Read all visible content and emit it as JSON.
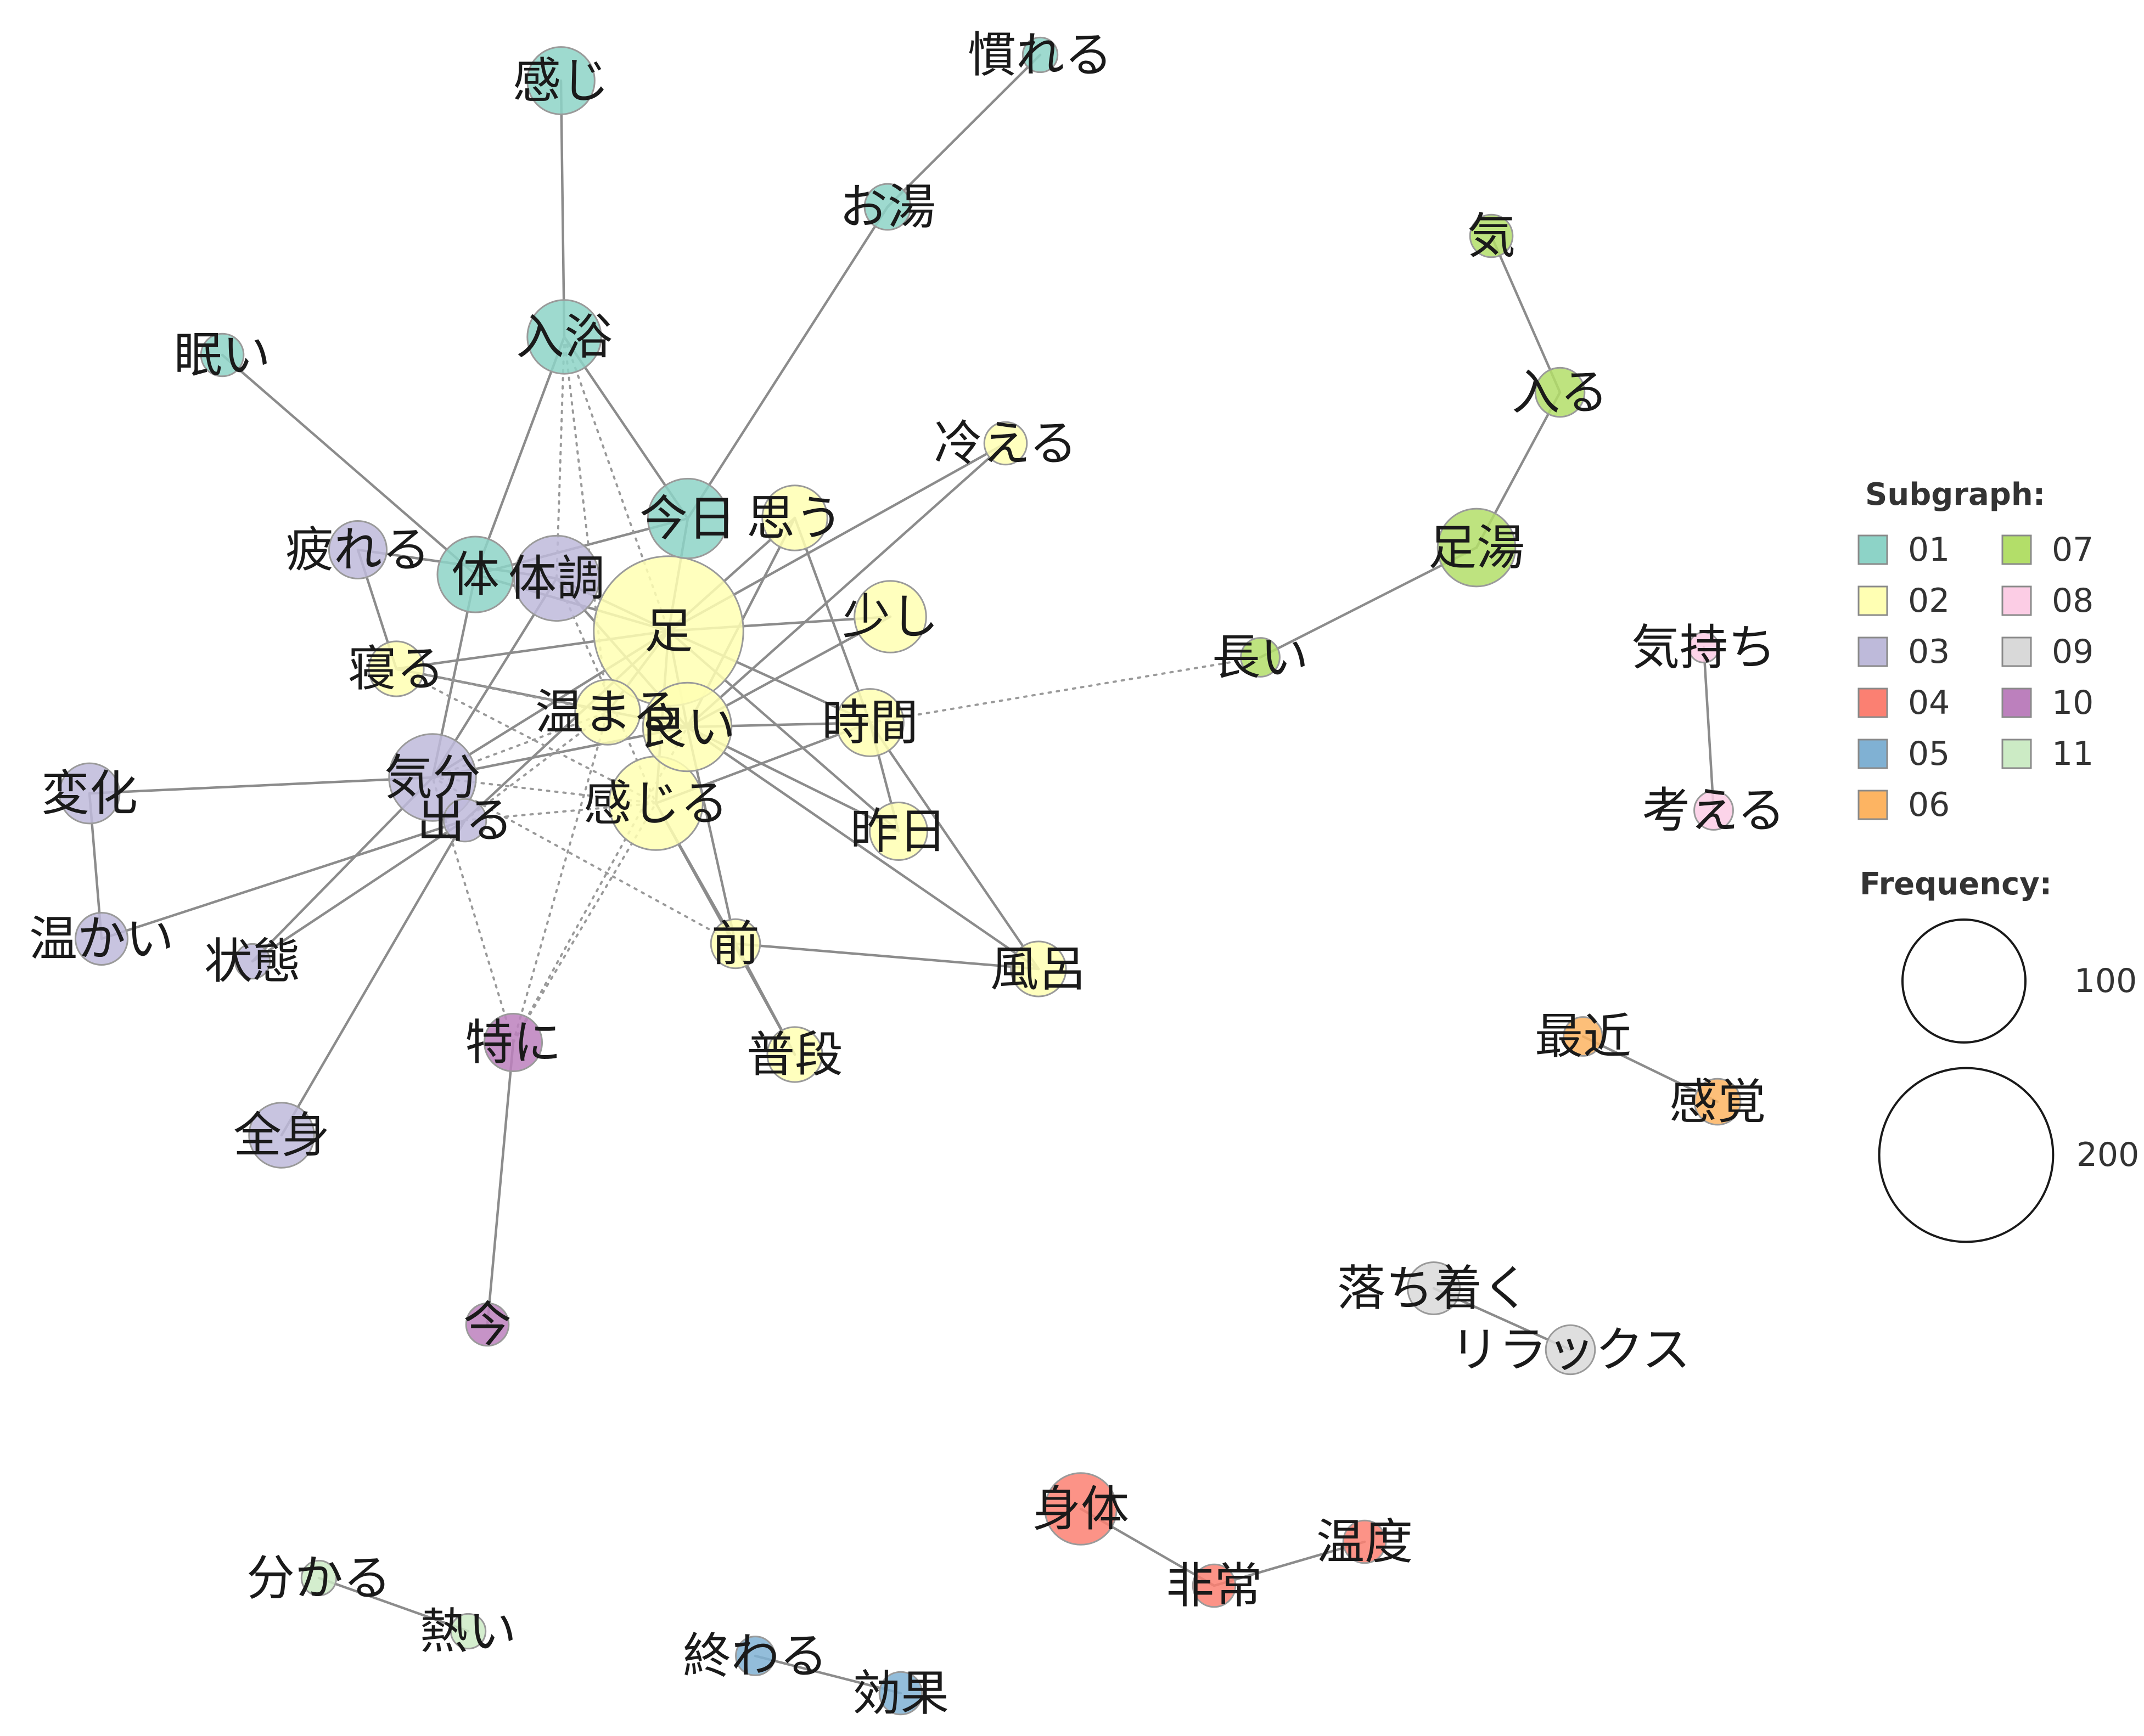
{
  "legend": {
    "subgraph_title": "Subgraph:",
    "frequency_title": "Frequency:",
    "subgraphs": [
      {
        "id": "01",
        "color": "#8dd3c7"
      },
      {
        "id": "02",
        "color": "#ffffb3"
      },
      {
        "id": "03",
        "color": "#bebada"
      },
      {
        "id": "04",
        "color": "#fb8072"
      },
      {
        "id": "05",
        "color": "#80b1d3"
      },
      {
        "id": "06",
        "color": "#fdb462"
      },
      {
        "id": "07",
        "color": "#b3de69"
      },
      {
        "id": "08",
        "color": "#fccde5"
      },
      {
        "id": "09",
        "color": "#d9d9d9"
      },
      {
        "id": "10",
        "color": "#bc80bd"
      },
      {
        "id": "11",
        "color": "#ccebc5"
      }
    ],
    "frequencies": [
      {
        "label": "100",
        "value": 100
      },
      {
        "label": "200",
        "value": 200
      }
    ]
  },
  "nodes": [
    {
      "id": "kanji",
      "label": "感じ",
      "group": "01",
      "freq": 30
    },
    {
      "id": "nareru",
      "label": "慣れる",
      "group": "01",
      "freq": 8
    },
    {
      "id": "oyu",
      "label": "お湯",
      "group": "01",
      "freq": 14
    },
    {
      "id": "nyuyoku",
      "label": "入浴",
      "group": "01",
      "freq": 36
    },
    {
      "id": "nemui",
      "label": "眠い",
      "group": "01",
      "freq": 12
    },
    {
      "id": "kyou",
      "label": "今日",
      "group": "01",
      "freq": 42
    },
    {
      "id": "karada",
      "label": "体",
      "group": "01",
      "freq": 38
    },
    {
      "id": "taichou",
      "label": "体調",
      "group": "03",
      "freq": 48
    },
    {
      "id": "tsukareru",
      "label": "疲れる",
      "group": "03",
      "freq": 22
    },
    {
      "id": "kibun",
      "label": "気分",
      "group": "03",
      "freq": 50
    },
    {
      "id": "deru",
      "label": "出る",
      "group": "03",
      "freq": 12
    },
    {
      "id": "henka",
      "label": "変化",
      "group": "03",
      "freq": 24
    },
    {
      "id": "atatakai",
      "label": "温かい",
      "group": "03",
      "freq": 18
    },
    {
      "id": "joutai",
      "label": "状態",
      "group": "03",
      "freq": 8
    },
    {
      "id": "zenshin",
      "label": "全身",
      "group": "03",
      "freq": 28
    },
    {
      "id": "ashi",
      "label": "足",
      "group": "02",
      "freq": 148
    },
    {
      "id": "omou",
      "label": "思う",
      "group": "02",
      "freq": 28
    },
    {
      "id": "hieru",
      "label": "冷える",
      "group": "02",
      "freq": 12
    },
    {
      "id": "sukoshi",
      "label": "少し",
      "group": "02",
      "freq": 34
    },
    {
      "id": "neru",
      "label": "寝る",
      "group": "02",
      "freq": 20
    },
    {
      "id": "atatamaru",
      "label": "温まる",
      "group": "02",
      "freq": 28
    },
    {
      "id": "yoi",
      "label": "良い",
      "group": "02",
      "freq": 52
    },
    {
      "id": "jikan",
      "label": "時間",
      "group": "02",
      "freq": 30
    },
    {
      "id": "kanjiru",
      "label": "感じる",
      "group": "02",
      "freq": 58
    },
    {
      "id": "kinou",
      "label": "昨日",
      "group": "02",
      "freq": 22
    },
    {
      "id": "mae",
      "label": "前",
      "group": "02",
      "freq": 16
    },
    {
      "id": "furo",
      "label": "風呂",
      "group": "02",
      "freq": 20
    },
    {
      "id": "fudan",
      "label": "普段",
      "group": "02",
      "freq": 20
    },
    {
      "id": "tokuni",
      "label": "特に",
      "group": "10",
      "freq": 22
    },
    {
      "id": "ima",
      "label": "今",
      "group": "10",
      "freq": 12
    },
    {
      "id": "ki",
      "label": "気",
      "group": "07",
      "freq": 12
    },
    {
      "id": "hairu",
      "label": "入る",
      "group": "07",
      "freq": 16
    },
    {
      "id": "ashiyu",
      "label": "足湯",
      "group": "07",
      "freq": 40
    },
    {
      "id": "nagai",
      "label": "長い",
      "group": "07",
      "freq": 10
    },
    {
      "id": "kimochi",
      "label": "気持ち",
      "group": "08",
      "freq": 6
    },
    {
      "id": "kangaeru",
      "label": "考える",
      "group": "08",
      "freq": 10
    },
    {
      "id": "saikin",
      "label": "最近",
      "group": "06",
      "freq": 10
    },
    {
      "id": "kankaku",
      "label": "感覚",
      "group": "06",
      "freq": 14
    },
    {
      "id": "ochitsuku",
      "label": "落ち着く",
      "group": "09",
      "freq": 18
    },
    {
      "id": "relax",
      "label": "リラックス",
      "group": "09",
      "freq": 16
    },
    {
      "id": "shintai",
      "label": "身体",
      "group": "04",
      "freq": 34
    },
    {
      "id": "hijou",
      "label": "非常",
      "group": "04",
      "freq": 12
    },
    {
      "id": "ondo",
      "label": "温度",
      "group": "04",
      "freq": 12
    },
    {
      "id": "wakaru",
      "label": "分かる",
      "group": "11",
      "freq": 8
    },
    {
      "id": "atsui",
      "label": "熱い",
      "group": "11",
      "freq": 8
    },
    {
      "id": "owaru",
      "label": "終わる",
      "group": "05",
      "freq": 10
    },
    {
      "id": "kouka",
      "label": "効果",
      "group": "05",
      "freq": 12
    }
  ],
  "edges": [
    {
      "s": "kanji",
      "t": "nyuyoku",
      "dashed": false
    },
    {
      "s": "nareru",
      "t": "oyu",
      "dashed": false
    },
    {
      "s": "oyu",
      "t": "kyou",
      "dashed": false
    },
    {
      "s": "nemui",
      "t": "karada",
      "dashed": false
    },
    {
      "s": "nyuyoku",
      "t": "karada",
      "dashed": false
    },
    {
      "s": "nyuyoku",
      "t": "kyou",
      "dashed": false
    },
    {
      "s": "karada",
      "t": "kyou",
      "dashed": false
    },
    {
      "s": "kyou",
      "t": "ashi",
      "dashed": false
    },
    {
      "s": "karada",
      "t": "ashi",
      "dashed": false
    },
    {
      "s": "taichou",
      "t": "ashi",
      "dashed": false
    },
    {
      "s": "taichou",
      "t": "kibun",
      "dashed": false
    },
    {
      "s": "tsukareru",
      "t": "neru",
      "dashed": false
    },
    {
      "s": "tsukareru",
      "t": "taichou",
      "dashed": false
    },
    {
      "s": "karada",
      "t": "kibun",
      "dashed": false
    },
    {
      "s": "kibun",
      "t": "henka",
      "dashed": false
    },
    {
      "s": "henka",
      "t": "atatakai",
      "dashed": false
    },
    {
      "s": "atatakai",
      "t": "deru",
      "dashed": false
    },
    {
      "s": "joutai",
      "t": "kibun",
      "dashed": false
    },
    {
      "s": "joutai",
      "t": "deru",
      "dashed": false
    },
    {
      "s": "zenshin",
      "t": "deru",
      "dashed": false
    },
    {
      "s": "kibun",
      "t": "yoi",
      "dashed": false
    },
    {
      "s": "kibun",
      "t": "ashi",
      "dashed": false
    },
    {
      "s": "taichou",
      "t": "yoi",
      "dashed": false
    },
    {
      "s": "deru",
      "t": "ashi",
      "dashed": false
    },
    {
      "s": "neru",
      "t": "yoi",
      "dashed": false
    },
    {
      "s": "neru",
      "t": "ashi",
      "dashed": false
    },
    {
      "s": "ashi",
      "t": "omou",
      "dashed": false
    },
    {
      "s": "ashi",
      "t": "hieru",
      "dashed": false
    },
    {
      "s": "ashi",
      "t": "sukoshi",
      "dashed": false
    },
    {
      "s": "ashi",
      "t": "jikan",
      "dashed": false
    },
    {
      "s": "ashi",
      "t": "yoi",
      "dashed": false
    },
    {
      "s": "ashi",
      "t": "kanjiru",
      "dashed": false
    },
    {
      "s": "ashi",
      "t": "atatamaru",
      "dashed": false
    },
    {
      "s": "ashi",
      "t": "kinou",
      "dashed": false
    },
    {
      "s": "yoi",
      "t": "sukoshi",
      "dashed": false
    },
    {
      "s": "yoi",
      "t": "jikan",
      "dashed": false
    },
    {
      "s": "yoi",
      "t": "kinou",
      "dashed": false
    },
    {
      "s": "yoi",
      "t": "mae",
      "dashed": false
    },
    {
      "s": "yoi",
      "t": "furo",
      "dashed": false
    },
    {
      "s": "yoi",
      "t": "omou",
      "dashed": false
    },
    {
      "s": "yoi",
      "t": "hieru",
      "dashed": false
    },
    {
      "s": "kanjiru",
      "t": "jikan",
      "dashed": false
    },
    {
      "s": "kanjiru",
      "t": "mae",
      "dashed": false
    },
    {
      "s": "kanjiru",
      "t": "fudan",
      "dashed": false
    },
    {
      "s": "mae",
      "t": "furo",
      "dashed": false
    },
    {
      "s": "mae",
      "t": "fudan",
      "dashed": false
    },
    {
      "s": "jikan",
      "t": "kinou",
      "dashed": false
    },
    {
      "s": "jikan",
      "t": "furo",
      "dashed": false
    },
    {
      "s": "omou",
      "t": "jikan",
      "dashed": false
    },
    {
      "s": "tokuni",
      "t": "ima",
      "dashed": false
    },
    {
      "s": "ki",
      "t": "hairu",
      "dashed": false
    },
    {
      "s": "hairu",
      "t": "ashiyu",
      "dashed": false
    },
    {
      "s": "ashiyu",
      "t": "nagai",
      "dashed": false
    },
    {
      "s": "kimochi",
      "t": "kangaeru",
      "dashed": false
    },
    {
      "s": "saikin",
      "t": "kankaku",
      "dashed": false
    },
    {
      "s": "ochitsuku",
      "t": "relax",
      "dashed": false
    },
    {
      "s": "shintai",
      "t": "hijou",
      "dashed": false
    },
    {
      "s": "hijou",
      "t": "ondo",
      "dashed": false
    },
    {
      "s": "wakaru",
      "t": "atsui",
      "dashed": false
    },
    {
      "s": "owaru",
      "t": "kouka",
      "dashed": false
    },
    {
      "s": "nyuyoku",
      "t": "ashi",
      "dashed": true
    },
    {
      "s": "nyuyoku",
      "t": "atatamaru",
      "dashed": true
    },
    {
      "s": "nyuyoku",
      "t": "taichou",
      "dashed": true
    },
    {
      "s": "taichou",
      "t": "kanjiru",
      "dashed": true
    },
    {
      "s": "neru",
      "t": "kanjiru",
      "dashed": true
    },
    {
      "s": "neru",
      "t": "atatamaru",
      "dashed": true
    },
    {
      "s": "kibun",
      "t": "kanjiru",
      "dashed": true
    },
    {
      "s": "kibun",
      "t": "atatamaru",
      "dashed": true
    },
    {
      "s": "deru",
      "t": "kanjiru",
      "dashed": true
    },
    {
      "s": "deru",
      "t": "atatamaru",
      "dashed": true
    },
    {
      "s": "tokuni",
      "t": "kibun",
      "dashed": true
    },
    {
      "s": "tokuni",
      "t": "kanjiru",
      "dashed": true
    },
    {
      "s": "tokuni",
      "t": "yoi",
      "dashed": true
    },
    {
      "s": "tokuni",
      "t": "atatamaru",
      "dashed": true
    },
    {
      "s": "kibun",
      "t": "mae",
      "dashed": true
    },
    {
      "s": "jikan",
      "t": "nagai",
      "dashed": true
    }
  ]
}
